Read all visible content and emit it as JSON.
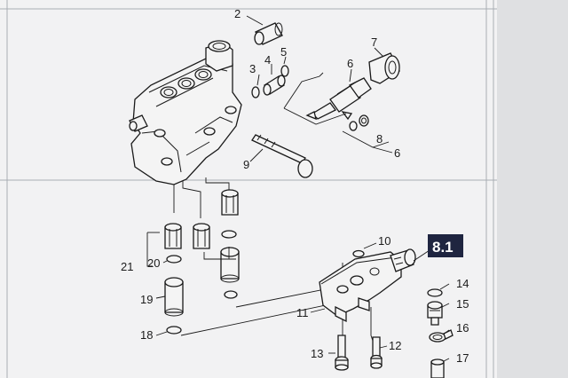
{
  "callouts": {
    "c2": "2",
    "c3": "3",
    "c4": "4",
    "c5": "5",
    "c6a": "6",
    "c7": "7",
    "c8": "8",
    "c6b": "6",
    "c9": "9",
    "c10": "10",
    "c11": "11",
    "c12": "12",
    "c13": "13",
    "c14": "14",
    "c15": "15",
    "c16": "16",
    "c17": "17",
    "c18": "18",
    "c19": "19",
    "c20": "20",
    "c21": "21"
  },
  "badge": {
    "label": "8.1",
    "background": "#1f2540",
    "text_color": "#ffffff"
  },
  "colors": {
    "paper": "#f4f4f4",
    "ink": "#1a1a1a",
    "grid": "#a9adb3",
    "background": "#dfe0e2"
  }
}
